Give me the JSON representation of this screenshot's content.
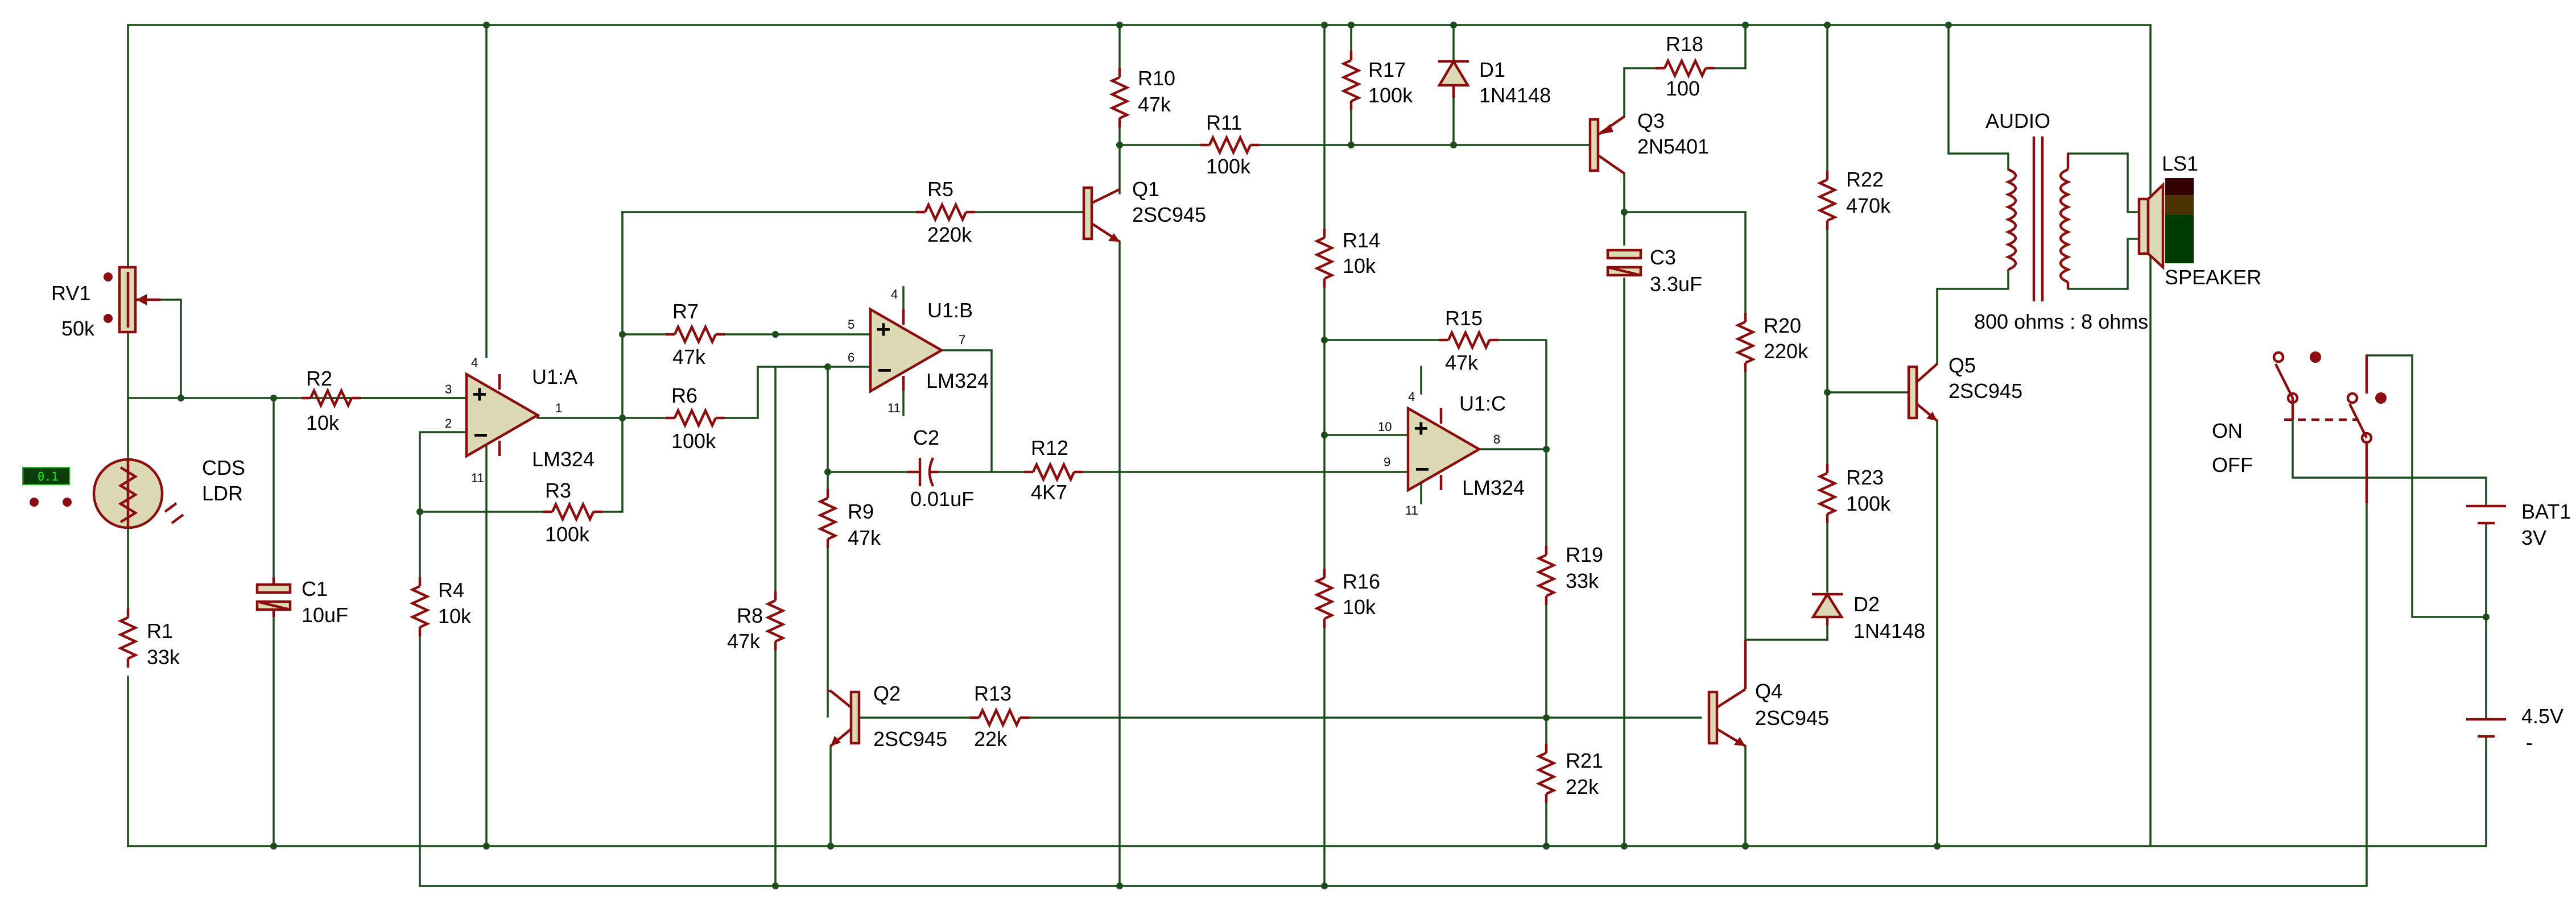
{
  "components": {
    "RV1": {
      "ref": "RV1",
      "value": "50k"
    },
    "LDR": {
      "ref": "CDS",
      "value": "LDR",
      "readout": "0.1"
    },
    "R1": {
      "ref": "R1",
      "value": "33k"
    },
    "C1": {
      "ref": "C1",
      "value": "10uF"
    },
    "R2": {
      "ref": "R2",
      "value": "10k"
    },
    "R3": {
      "ref": "R3",
      "value": "100k"
    },
    "R4": {
      "ref": "R4",
      "value": "10k"
    },
    "U1A": {
      "ref": "U1:A",
      "value": "LM324"
    },
    "R5": {
      "ref": "R5",
      "value": "220k"
    },
    "R6": {
      "ref": "R6",
      "value": "100k"
    },
    "R7": {
      "ref": "R7",
      "value": "47k"
    },
    "R8": {
      "ref": "R8",
      "value": "47k"
    },
    "R9": {
      "ref": "R9",
      "value": "47k"
    },
    "U1B": {
      "ref": "U1:B",
      "value": "LM324"
    },
    "C2": {
      "ref": "C2",
      "value": "0.01uF"
    },
    "R12": {
      "ref": "R12",
      "value": "4K7"
    },
    "Q2": {
      "ref": "Q2",
      "value": "2SC945"
    },
    "R13": {
      "ref": "R13",
      "value": "22k"
    },
    "R10": {
      "ref": "R10",
      "value": "47k"
    },
    "Q1": {
      "ref": "Q1",
      "value": "2SC945"
    },
    "R11": {
      "ref": "R11",
      "value": "100k"
    },
    "R17": {
      "ref": "R17",
      "value": "100k"
    },
    "D1": {
      "ref": "D1",
      "value": "1N4148"
    },
    "R14": {
      "ref": "R14",
      "value": "10k"
    },
    "R15": {
      "ref": "R15",
      "value": "47k"
    },
    "U1C": {
      "ref": "U1:C",
      "value": "LM324"
    },
    "R16": {
      "ref": "R16",
      "value": "10k"
    },
    "R19": {
      "ref": "R19",
      "value": "33k"
    },
    "R21": {
      "ref": "R21",
      "value": "22k"
    },
    "R18": {
      "ref": "R18",
      "value": "100"
    },
    "Q3": {
      "ref": "Q3",
      "value": "2N5401"
    },
    "C3": {
      "ref": "C3",
      "value": "3.3uF"
    },
    "R20": {
      "ref": "R20",
      "value": "220k"
    },
    "Q4": {
      "ref": "Q4",
      "value": "2SC945"
    },
    "R22": {
      "ref": "R22",
      "value": "470k"
    },
    "R23": {
      "ref": "R23",
      "value": "100k"
    },
    "D2": {
      "ref": "D2",
      "value": "1N4148"
    },
    "Q5": {
      "ref": "Q5",
      "value": "2SC945"
    },
    "TR": {
      "ref": "AUDIO",
      "value": "800 ohms : 8 ohms"
    },
    "LS1": {
      "ref": "LS1",
      "value": "SPEAKER"
    },
    "SW": {
      "on": "ON",
      "off": "OFF"
    },
    "BAT1": {
      "ref": "BAT1",
      "v1": "3V",
      "v2": "4.5V",
      "minus": "-"
    }
  },
  "pins": {
    "u1a": {
      "p3": "3",
      "p2": "2",
      "p4": "4",
      "p11": "11",
      "p1": "1"
    },
    "u1b": {
      "p5": "5",
      "p6": "6",
      "p4": "4",
      "p11": "11",
      "p7": "7"
    },
    "u1c": {
      "p10": "10",
      "p9": "9",
      "p4": "4",
      "p11": "11",
      "p8": "8"
    }
  },
  "colors": {
    "wire": "#1a4d1a",
    "component": "#8b0d0d",
    "body_fill": "#ddd9b4"
  }
}
